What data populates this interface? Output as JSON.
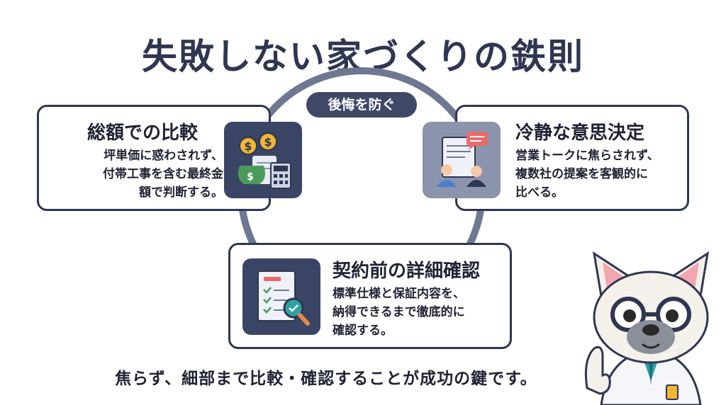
{
  "title": "失敗しない家づくりの鉄則",
  "center_label": "後悔を防ぐ",
  "cards": {
    "left": {
      "title": "総額での比較",
      "body": "坪単価に惑わされず、\n付帯工事を含む最終金\n額で判断する。",
      "icon": "money-calculator-icon"
    },
    "right": {
      "title": "冷静な意思決定",
      "body": "営業トークに焦らされず、\n複数社の提案を客観的に\n比べる。",
      "icon": "meeting-document-icon"
    },
    "bottom": {
      "title": "契約前の詳細確認",
      "body": "標準仕様と保証内容を、\n納得できるまで徹底的に\n確認する。",
      "icon": "contract-checklist-icon"
    }
  },
  "footer": "焦らず、細部まで比較・確認することが成功の鍵です。",
  "colors": {
    "navy": "#2f3652",
    "ring": "#6f7891",
    "icon_bg_dark": "#3a4566",
    "icon_bg_light": "#8c93ad",
    "gold": "#f2b632"
  }
}
